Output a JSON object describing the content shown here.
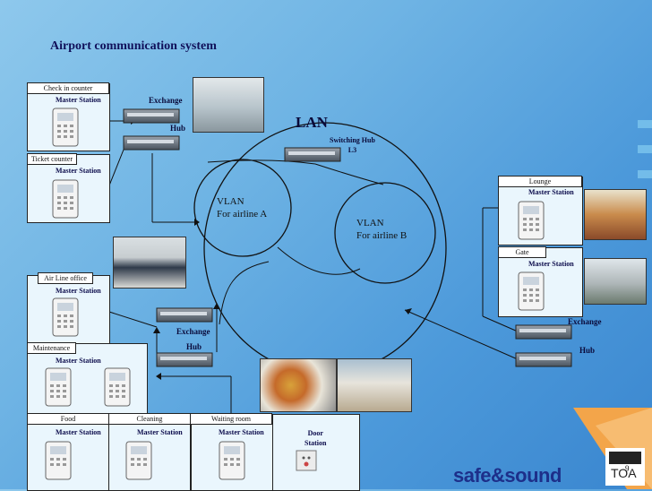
{
  "title": "Airport communication system",
  "lan_label": "LAN",
  "master_station": "Master Station",
  "stations": {
    "checkin": "Check in counter",
    "ticket": "Ticket counter",
    "airline": "Air Line office",
    "maintenance": "Maintenance",
    "food": "Food",
    "cleaning": "Cleaning",
    "waiting": "Waiting room",
    "lounge": "Lounge",
    "gate": "Gate"
  },
  "door_station": [
    "Door",
    "Station"
  ],
  "exchange": "Exchange",
  "hub": "Hub",
  "switching_hub": [
    "Switching Hub",
    "L3"
  ],
  "vlan_a": [
    "VLAN",
    "For airline A"
  ],
  "vlan_b": [
    "VLAN",
    "For airline B"
  ],
  "brand": "safe&sound",
  "logo_text": "TOA",
  "page_number": "9",
  "colors": {
    "title": "#10105a",
    "brand": "#1d2f8a",
    "accent": "#f29a2e"
  }
}
